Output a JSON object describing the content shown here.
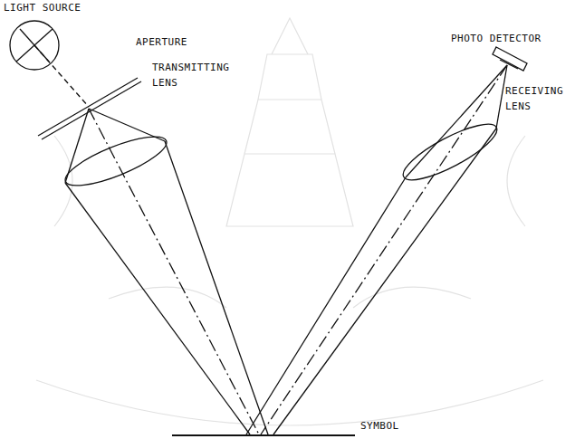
{
  "diagram": {
    "labels": [
      "LIGHT SOURCE",
      "APERTURE",
      "TRANSMITTING LENS",
      "PHOTO DETECTOR",
      "RECEIVING LENS",
      "SYMBOL"
    ]
  }
}
